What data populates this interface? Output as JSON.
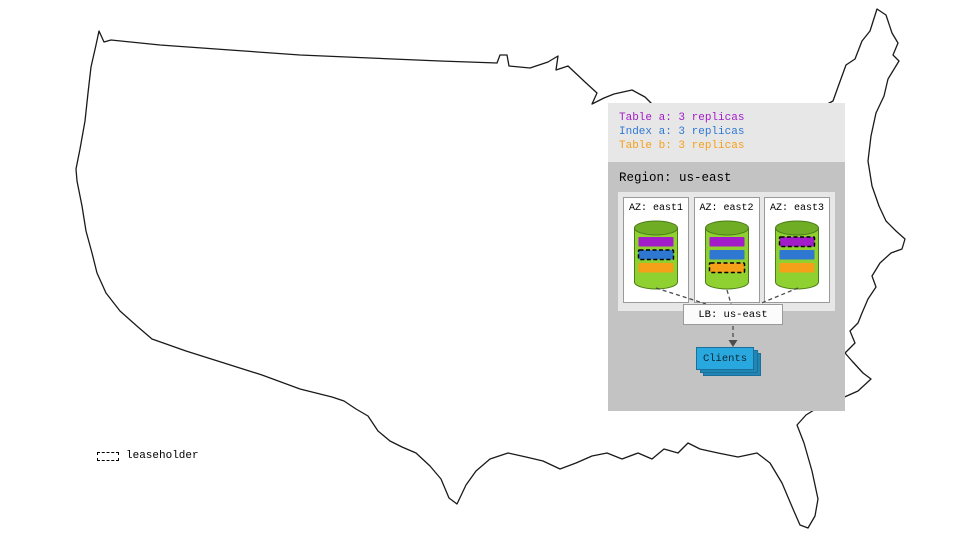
{
  "replica_legend": {
    "items": [
      {
        "id": "table-a",
        "label": "Table a: 3 replicas"
      },
      {
        "id": "index-a",
        "label": "Index a: 3 replicas"
      },
      {
        "id": "table-b",
        "label": "Table b: 3 replicas"
      }
    ]
  },
  "region": {
    "label": "Region: us-east",
    "azs": [
      {
        "label": "AZ: east1",
        "replicas": [
          "table-a",
          "index-a",
          "table-b"
        ],
        "leaseholder": "index-a"
      },
      {
        "label": "AZ: east2",
        "replicas": [
          "table-a",
          "index-a",
          "table-b"
        ],
        "leaseholder": "table-b"
      },
      {
        "label": "AZ: east3",
        "replicas": [
          "table-a",
          "index-a",
          "table-b"
        ],
        "leaseholder": "table-a"
      }
    ],
    "load_balancer": {
      "label": "LB: us-east"
    },
    "clients": {
      "label": "Clients"
    }
  },
  "map_key": {
    "leaseholder_label": "leaseholder"
  },
  "colors": {
    "table_a": "#a21cc9",
    "index_a": "#2e78d2",
    "table_b": "#f6a01a",
    "cyl_body": "#8ed130",
    "cyl_top": "#6fae24",
    "cyl_stroke": "#4c7c19",
    "clients_fill": "#29a8e0",
    "clients_stroke": "#1b6f99",
    "clients_shadow": "#1f86b5"
  }
}
